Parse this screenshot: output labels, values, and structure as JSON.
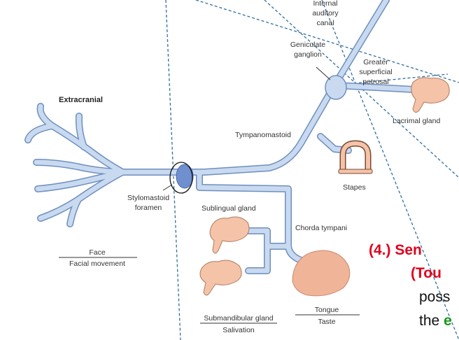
{
  "labels": {
    "internal_auditory_canal": [
      "Internal",
      "auditory",
      "canal"
    ],
    "geniculate_ganglion": [
      "Geniculate",
      "ganglion"
    ],
    "greater_superficial_petrosal": [
      "Greater",
      "superficial",
      "petrosal"
    ],
    "extracranial": "Extracranial",
    "lacrimal_gland": "Lacrimal gland",
    "tympanomastoid": "Tympanomastoid",
    "stapes": "Stapes",
    "stylomastoid_foramen": [
      "Stylomastoid",
      "foramen"
    ],
    "sublingual_gland": "Sublingual gland",
    "chorda_tympani": "Chorda tympani",
    "face": "Face",
    "facial_movement": "Facial movement",
    "tongue": "Tongue",
    "taste": "Taste",
    "submandibular_gland": "Submandibular gland",
    "salivation": "Salivation"
  },
  "overlay": {
    "line1": "(4.) Sen",
    "line2": "(Tou",
    "line3": "poss",
    "line4_prefix": "the ",
    "line4_green": "e"
  },
  "colors": {
    "nerve_fill": "#c9daf0",
    "nerve_stroke": "#6d8fbf",
    "foramen": "#6f8fcf",
    "gland": "#f4c3a8",
    "dashed": "#2f6ea0",
    "title_red": "#e0001b",
    "accent_green": "#1a9a1a"
  }
}
